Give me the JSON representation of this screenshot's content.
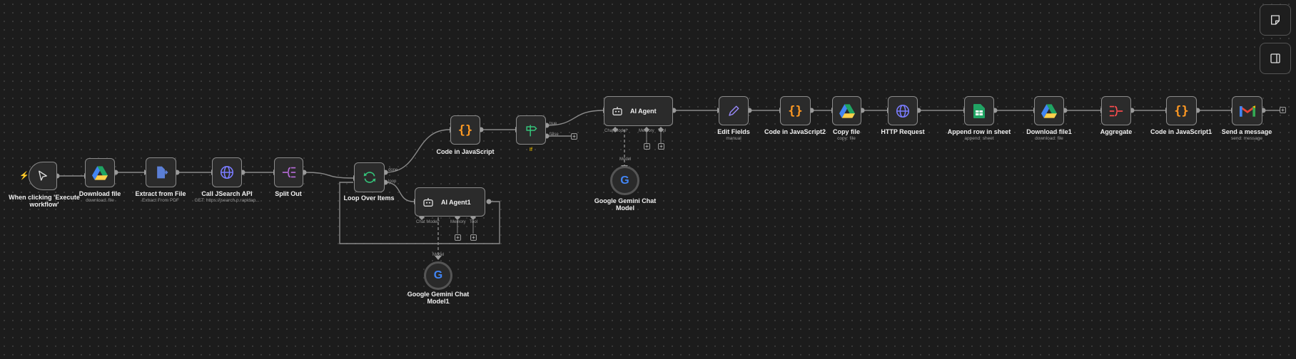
{
  "nodes": {
    "trigger": {
      "label_line1": "When clicking 'Execute",
      "label_line2": "workflow'"
    },
    "download_file": {
      "label": "Download file",
      "sub": "download: file"
    },
    "extract": {
      "label": "Extract from File",
      "sub": "Extract From PDF"
    },
    "call_api": {
      "label": "Call JSearch API",
      "sub": "GET: https://jsearch.p.rapidap..."
    },
    "split_out": {
      "label": "Split Out"
    },
    "loop": {
      "label": "Loop Over Items",
      "out_done": "done",
      "out_loop": "loop"
    },
    "code_js": {
      "label": "Code in JavaScript"
    },
    "if_node": {
      "label": "If",
      "out_true": "true",
      "out_false": "false"
    },
    "ai_agent": {
      "title": "AI Agent",
      "chat_model": "Chat Model*",
      "memory": "Memory",
      "tool": "Tool"
    },
    "ai_agent1": {
      "title": "AI Agent1",
      "chat_model": "Chat Model*",
      "memory": "Memory",
      "tool": "Tool"
    },
    "gemini": {
      "label_line1": "Google Gemini Chat",
      "label_line2": "Model",
      "conn": "Model"
    },
    "gemini1": {
      "label_line1": "Google Gemini Chat",
      "label_line2": "Model1",
      "conn": "Model"
    },
    "edit_fields": {
      "label": "Edit Fields",
      "sub": "manual"
    },
    "code_js2": {
      "label": "Code in JavaScript2"
    },
    "copy_file": {
      "label": "Copy file",
      "sub": "copy: file"
    },
    "http": {
      "label": "HTTP Request"
    },
    "append_row": {
      "label": "Append row in sheet",
      "sub": "append: sheet"
    },
    "download_file1": {
      "label": "Download file1",
      "sub": "download: file"
    },
    "aggregate": {
      "label": "Aggregate"
    },
    "code_js1": {
      "label": "Code in JavaScript1"
    },
    "send_msg": {
      "label": "Send a message",
      "sub": "send: message"
    }
  },
  "sidebar": {
    "icons": [
      "sticky-note-icon",
      "panel-toggle-icon"
    ]
  },
  "colors": {
    "bg": "#1c1c1c",
    "wire": "#8a8a8a",
    "code": "#ff9922",
    "http": "#7a7cff",
    "sheets": "#21a464",
    "if": "#35c37a",
    "split": "#b66bd9",
    "aggregate": "#ff4d4f",
    "gmail": "#ea4335"
  }
}
